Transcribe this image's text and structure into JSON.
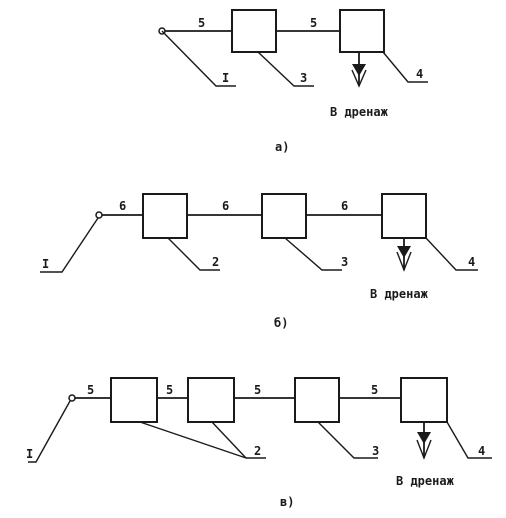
{
  "diagram_a": {
    "caption": "а)",
    "pipe_labels": [
      "5",
      "5"
    ],
    "callouts": [
      "I",
      "3",
      "4"
    ],
    "drain_label": "В дренаж"
  },
  "diagram_b": {
    "caption": "б)",
    "pipe_labels": [
      "6",
      "6",
      "6"
    ],
    "callouts": [
      "I",
      "2",
      "3",
      "4"
    ],
    "drain_label": "В дренаж"
  },
  "diagram_c": {
    "caption": "в)",
    "pipe_labels": [
      "5",
      "5",
      "5",
      "5"
    ],
    "callouts": [
      "I",
      "2",
      "3",
      "4"
    ],
    "drain_label": "В дренаж"
  }
}
